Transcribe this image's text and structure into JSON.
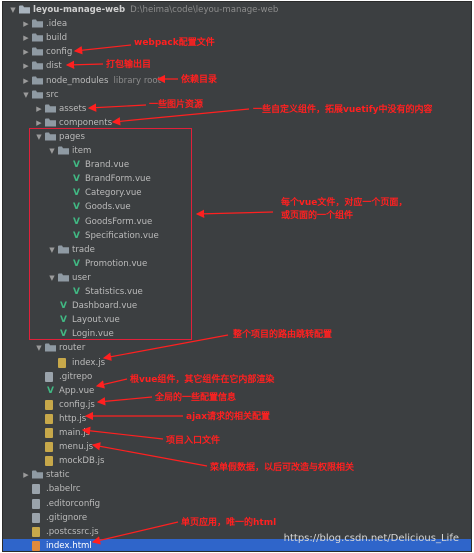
{
  "tree": [
    {
      "label": "leyou-manage-web",
      "sub": "D:\\heima\\code\\leyou-manage-web",
      "depth": 0,
      "type": "folder",
      "open": true,
      "root": true
    },
    {
      "label": ".idea",
      "depth": 1,
      "type": "folder",
      "open": false
    },
    {
      "label": "build",
      "depth": 1,
      "type": "folder",
      "open": false
    },
    {
      "label": "config",
      "depth": 1,
      "type": "folder",
      "open": false
    },
    {
      "label": "dist",
      "depth": 1,
      "type": "folder",
      "open": false
    },
    {
      "label": "node_modules",
      "sub": "library root",
      "depth": 1,
      "type": "folder",
      "open": false
    },
    {
      "label": "src",
      "depth": 1,
      "type": "folder",
      "open": true
    },
    {
      "label": "assets",
      "depth": 2,
      "type": "folder",
      "open": false
    },
    {
      "label": "components",
      "depth": 2,
      "type": "folder",
      "open": false
    },
    {
      "label": "pages",
      "depth": 2,
      "type": "folder",
      "open": true
    },
    {
      "label": "item",
      "depth": 3,
      "type": "folder",
      "open": true
    },
    {
      "label": "Brand.vue",
      "depth": 4,
      "type": "vue"
    },
    {
      "label": "BrandForm.vue",
      "depth": 4,
      "type": "vue"
    },
    {
      "label": "Category.vue",
      "depth": 4,
      "type": "vue"
    },
    {
      "label": "Goods.vue",
      "depth": 4,
      "type": "vue"
    },
    {
      "label": "GoodsForm.vue",
      "depth": 4,
      "type": "vue"
    },
    {
      "label": "Specification.vue",
      "depth": 4,
      "type": "vue"
    },
    {
      "label": "trade",
      "depth": 3,
      "type": "folder",
      "open": true
    },
    {
      "label": "Promotion.vue",
      "depth": 4,
      "type": "vue"
    },
    {
      "label": "user",
      "depth": 3,
      "type": "folder",
      "open": true
    },
    {
      "label": "Statistics.vue",
      "depth": 4,
      "type": "vue"
    },
    {
      "label": "Dashboard.vue",
      "depth": 3,
      "type": "vue"
    },
    {
      "label": "Layout.vue",
      "depth": 3,
      "type": "vue"
    },
    {
      "label": "Login.vue",
      "depth": 3,
      "type": "vue"
    },
    {
      "label": "router",
      "depth": 2,
      "type": "folder",
      "open": true
    },
    {
      "label": "index.js",
      "depth": 3,
      "type": "js"
    },
    {
      "label": ".gitrepo",
      "depth": 2,
      "type": "file"
    },
    {
      "label": "App.vue",
      "depth": 2,
      "type": "vue"
    },
    {
      "label": "config.js",
      "depth": 2,
      "type": "js"
    },
    {
      "label": "http.js",
      "depth": 2,
      "type": "js"
    },
    {
      "label": "main.js",
      "depth": 2,
      "type": "js"
    },
    {
      "label": "menu.js",
      "depth": 2,
      "type": "js"
    },
    {
      "label": "mockDB.js",
      "depth": 2,
      "type": "js"
    },
    {
      "label": "static",
      "depth": 1,
      "type": "folder",
      "open": false
    },
    {
      "label": ".babelrc",
      "depth": 1,
      "type": "file"
    },
    {
      "label": ".editorconfig",
      "depth": 1,
      "type": "file"
    },
    {
      "label": ".gitignore",
      "depth": 1,
      "type": "file"
    },
    {
      "label": ".postcssrc.js",
      "depth": 1,
      "type": "js"
    },
    {
      "label": "index.html",
      "depth": 1,
      "type": "html",
      "selected": true
    }
  ],
  "annotations": {
    "webpack": "webpack配置文件",
    "dist": "打包输出目",
    "deps": "依赖目录",
    "assets": "一些图片资源",
    "components": "一些自定义组件，拓展vuetify中没有的内容",
    "pages_line1": "每个vue文件，对应一个页面，",
    "pages_line2": "或页面的一个组件",
    "router": "整个项目的路由跳转配置",
    "app": "根vue组件，其它组件在它内部渲染",
    "config": "全局的一些配置信息",
    "http": "ajax请求的相关配置",
    "main": "项目入口文件",
    "menu": "菜单假数据，以后可改造与权限相关",
    "index": "单页应用，唯一的html"
  },
  "watermark": "https://blog.csdn.net/Delicious_Life",
  "colors": {
    "panel": "#3c3f41",
    "selected": "#2f65ca",
    "annotation": "#ff2020",
    "vue": "#41b883",
    "folder": "#8f9aa3"
  }
}
